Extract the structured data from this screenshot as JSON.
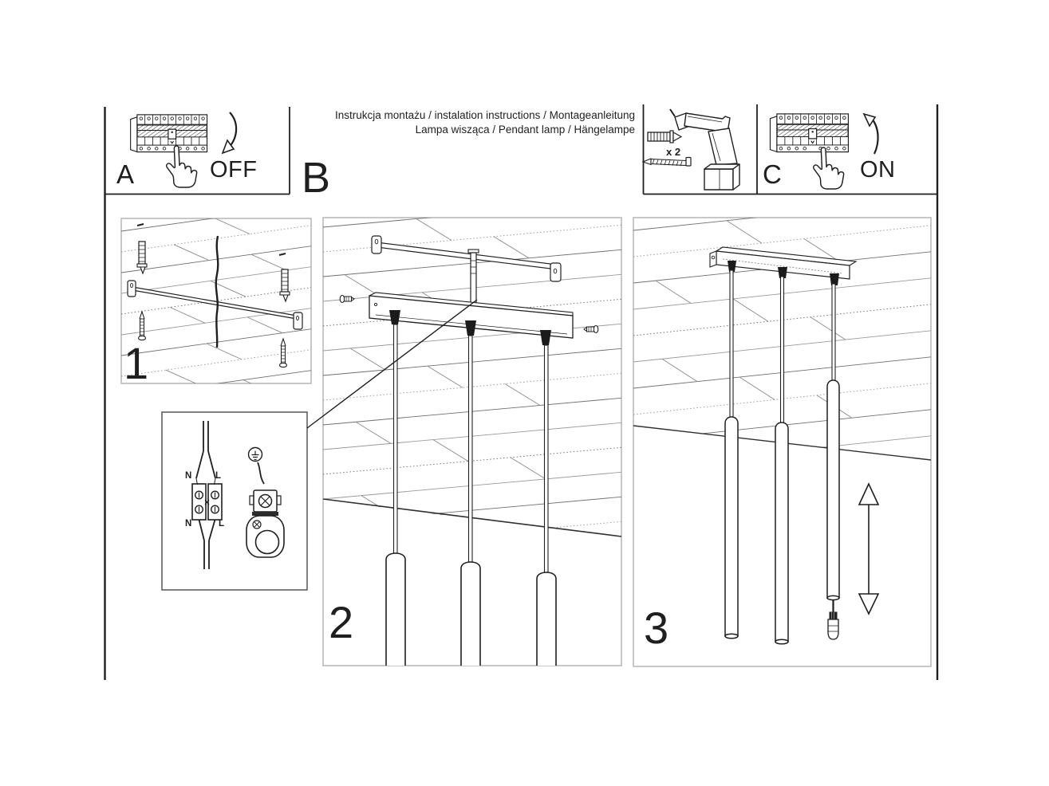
{
  "doc": {
    "title_line1": "Instrukcja montażu / instalation instructions / Montageanleitung",
    "title_line2": "Lampa wisząca / Pendant lamp / Hängelampe"
  },
  "panels": {
    "a": {
      "label": "A",
      "state": "OFF"
    },
    "b": {
      "label": "B"
    },
    "c": {
      "label": "C",
      "state": "ON"
    },
    "tools": {
      "count": "x 2"
    },
    "step1": {
      "number": "1"
    },
    "step2": {
      "number": "2"
    },
    "step3": {
      "number": "3"
    }
  },
  "wiring": {
    "top_left": "N",
    "top_right": "L",
    "bottom_left": "N",
    "bottom_right": "L"
  },
  "icons": {
    "breaker_panel": "breaker-panel-icon",
    "hand_press": "hand-press-icon",
    "arrow_off": "curved-arrow-down-icon",
    "arrow_on": "curved-arrow-up-icon",
    "drill": "drill-icon",
    "wall_plug": "wall-plug-icon",
    "screw": "screw-icon",
    "ground": "ground-symbol-icon",
    "bulb": "bulb-icon",
    "adjust": "double-arrow-icon"
  },
  "colors": {
    "ink": "#1f1f1f",
    "panel_border": "#b6b6b6",
    "plank": "#757575",
    "background": "#ffffff"
  }
}
